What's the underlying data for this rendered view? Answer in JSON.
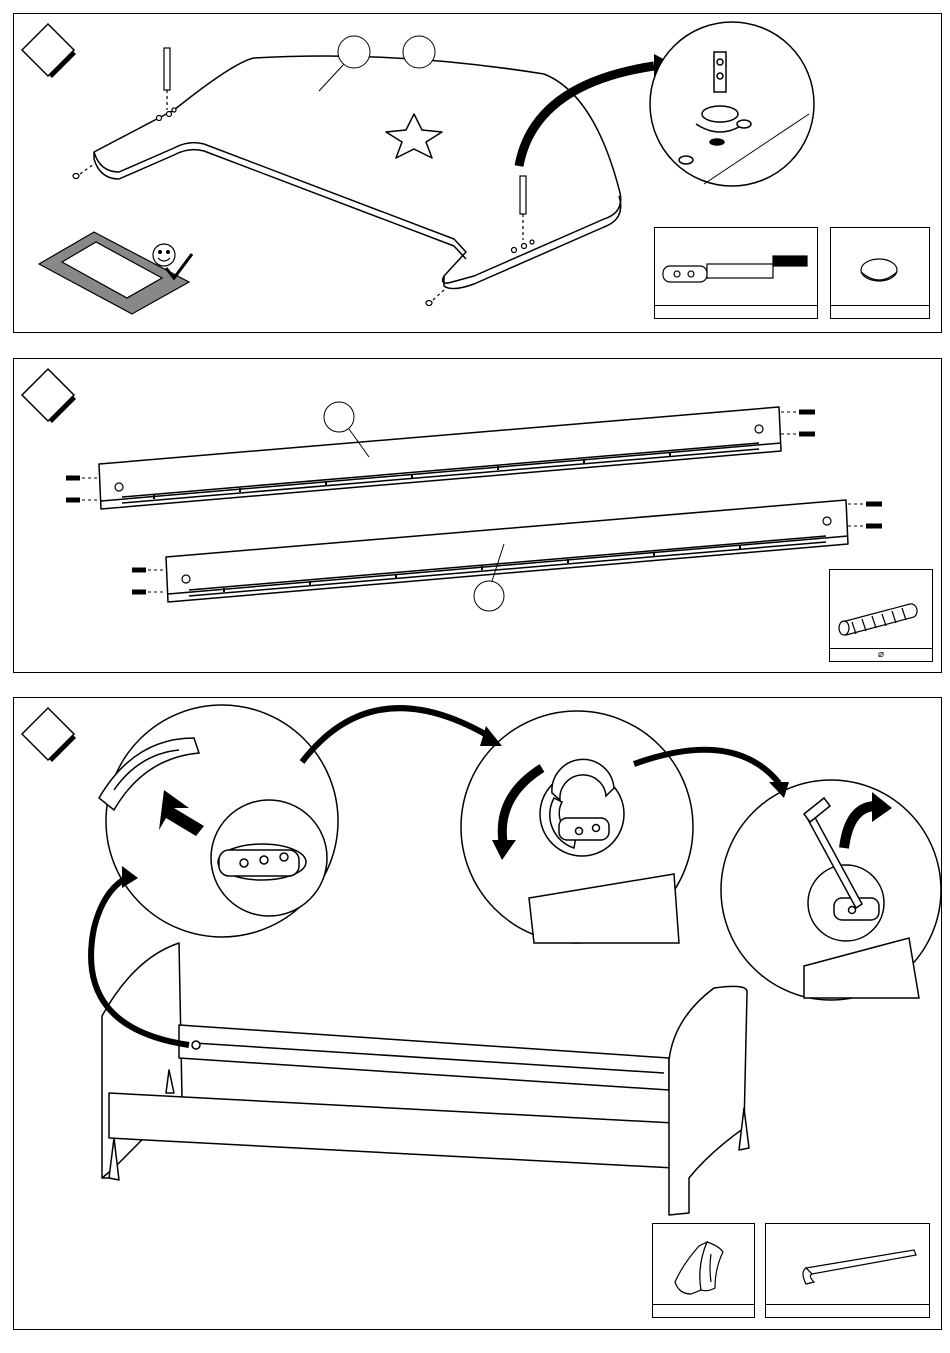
{
  "steps": [
    {
      "id": "step-1",
      "parts_callouts": [
        "",
        ""
      ],
      "insets": [
        {
          "icon": "cam-bolt-icon",
          "caption": ""
        },
        {
          "icon": "cover-cap-icon",
          "caption": ""
        }
      ]
    },
    {
      "id": "step-2",
      "parts_callouts": [
        "",
        ""
      ],
      "insets": [
        {
          "icon": "wooden-dowel-icon",
          "caption": "⌀"
        }
      ]
    },
    {
      "id": "step-3",
      "insets": [
        {
          "icon": "cam-lock-cover-icon",
          "caption": ""
        },
        {
          "icon": "allen-key-icon",
          "caption": ""
        }
      ]
    }
  ],
  "colors": {
    "line": "#000000",
    "fill": "#ffffff",
    "accent": "#000000"
  }
}
